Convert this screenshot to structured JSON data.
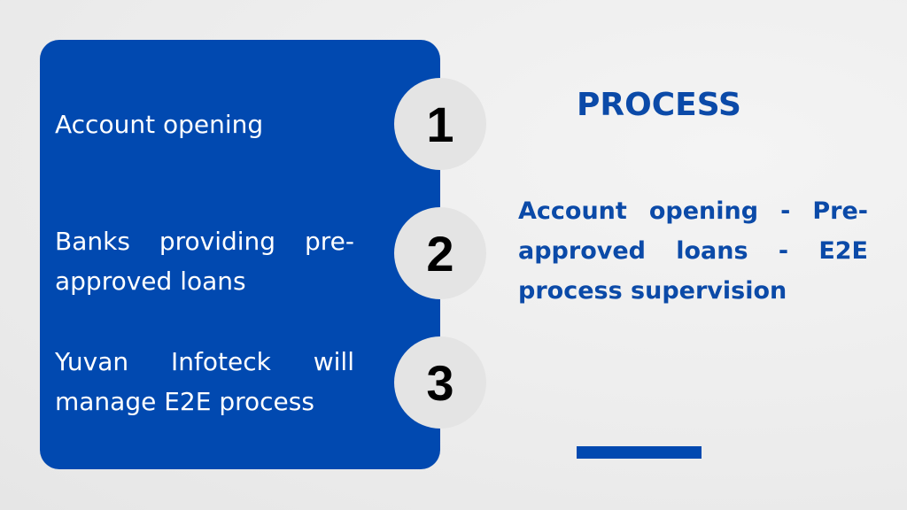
{
  "items": [
    {
      "number": "1",
      "text": "Account opening"
    },
    {
      "number": "2",
      "text": "Banks providing pre-approved loans"
    },
    {
      "number": "3",
      "text": "Yuvan Infoteck will manage E2E process"
    }
  ],
  "title": "PROCESS",
  "summary": "Account opening - Pre-approved loans - E2E process supervision",
  "colors": {
    "primary": "#0149b0",
    "circle": "#e4e4e4"
  }
}
